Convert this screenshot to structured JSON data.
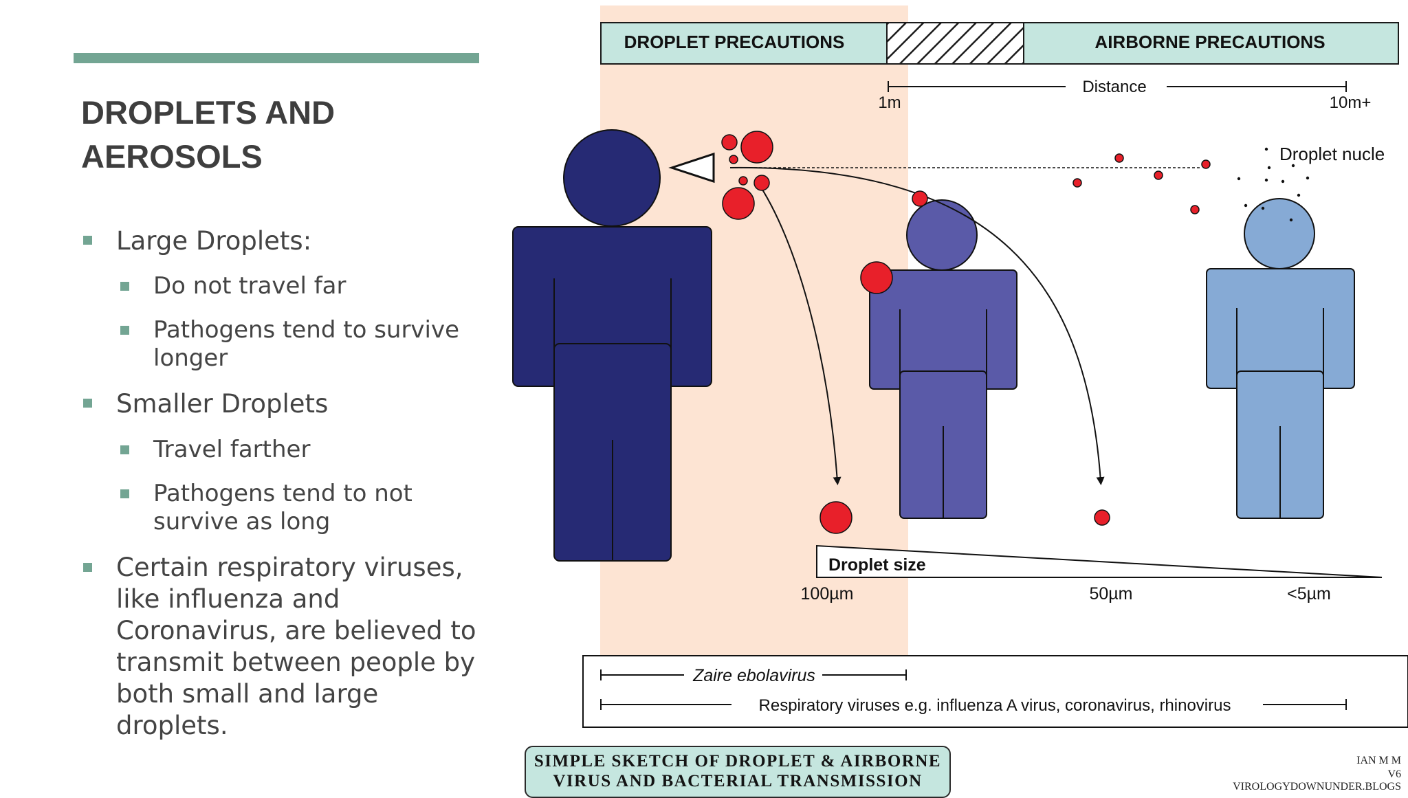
{
  "slide": {
    "title_line1": "DROPLETS AND",
    "title_line2": "AEROSOLS",
    "colors": {
      "accent": "#73a593",
      "title_text": "#3e3e3e",
      "body_text": "#444444"
    },
    "bullets": [
      {
        "level": 1,
        "lines": [
          "Large Droplets:"
        ]
      },
      {
        "level": 2,
        "lines": [
          "Do not travel far"
        ]
      },
      {
        "level": 2,
        "lines": [
          "Pathogens tend to survive",
          "longer"
        ]
      },
      {
        "level": 1,
        "lines": [
          "Smaller Droplets"
        ]
      },
      {
        "level": 2,
        "lines": [
          "Travel farther"
        ]
      },
      {
        "level": 2,
        "lines": [
          "Pathogens tend to not",
          "survive as long"
        ]
      },
      {
        "level": 1,
        "lines": [
          "Certain respiratory viruses,",
          "like influenza and",
          "Coronavirus, are believed to",
          "transmit between people by",
          "both small and large",
          "droplets."
        ]
      }
    ]
  },
  "diagram": {
    "precautions": {
      "droplet": "DROPLET PRECAUTIONS",
      "airborne": "AIRBORNE PRECAUTIONS"
    },
    "distance": {
      "label": "Distance",
      "start": "1m",
      "end": "10m+"
    },
    "droplet_nuclei_label": "Droplet nucle",
    "droplet_size": {
      "label": "Droplet size",
      "ticks": [
        "100µm",
        "50µm",
        "<5µm"
      ]
    },
    "pathogens": {
      "ebola": "Zaire ebolavirus",
      "respiratory": "Respiratory viruses e.g. influenza A virus, coronavirus, rhinovirus"
    },
    "caption_line1": "SIMPLE SKETCH OF DROPLET & AIRBORNE",
    "caption_line2": "VIRUS AND BACTERIAL TRANSMISSION",
    "credit_lines": [
      "IAN M M",
      "V6",
      "VIROLOGYDOWNUNDER.BLOGS"
    ],
    "colors": {
      "droplet_zone": "#fde4d3",
      "band": "#c5e6df",
      "person_1": "#262a74",
      "person_2": "#5a5aa8",
      "person_3": "#86aad5",
      "droplet": "#e8202a"
    }
  }
}
